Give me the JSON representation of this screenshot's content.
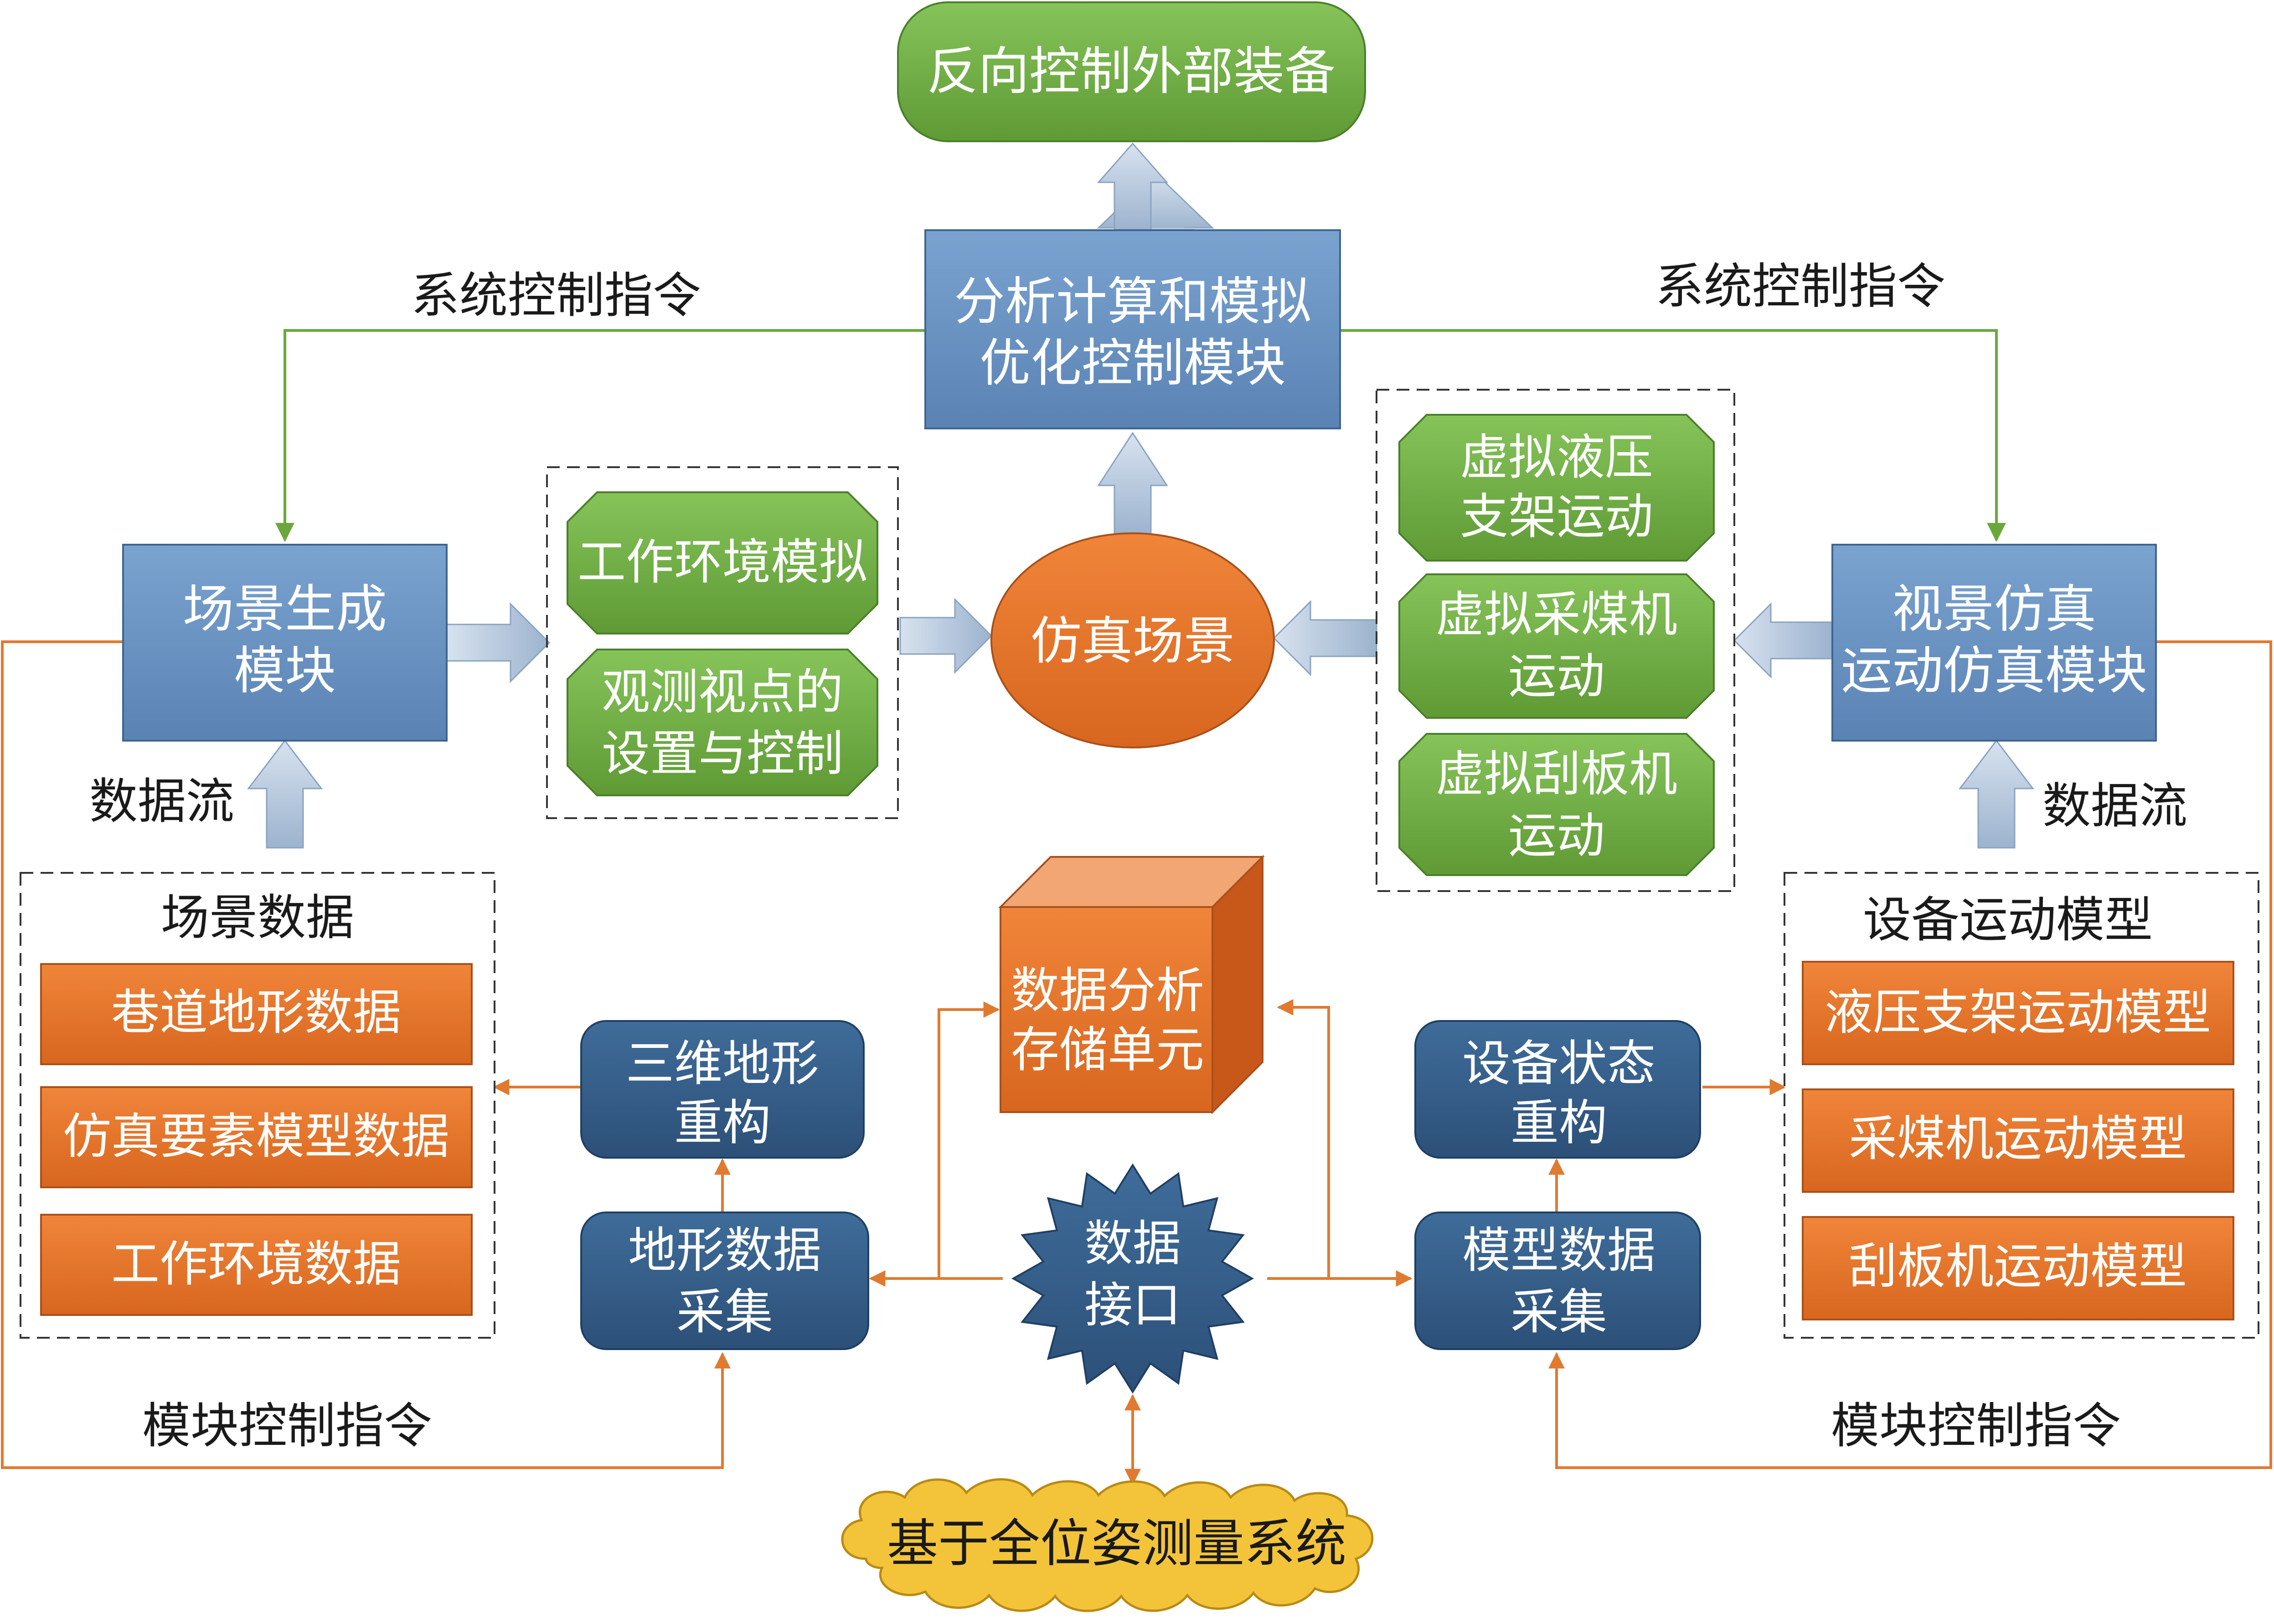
{
  "top": {
    "external_control": "反向控制外部装备"
  },
  "center": {
    "analysis_line1": "分析计算和模拟",
    "analysis_line2": "优化控制模块",
    "sim_scene": "仿真场景",
    "storage_line1": "数据分析",
    "storage_line2": "存储单元",
    "interface_line1": "数据",
    "interface_line2": "接口",
    "measure_system": "基于全位姿测量系统"
  },
  "left": {
    "scene_gen_line1": "场景生成",
    "scene_gen_line2": "模块",
    "env_sim": "工作环境模拟",
    "viewpoint_line1": "观测视点的",
    "viewpoint_line2": "设置与控制",
    "scene_data_title": "场景数据",
    "scene_data_items": [
      "巷道地形数据",
      "仿真要素模型数据",
      "工作环境数据"
    ],
    "terrain_recon_line1": "三维地形",
    "terrain_recon_line2": "重构",
    "terrain_collect_line1": "地形数据",
    "terrain_collect_line2": "采集"
  },
  "right": {
    "view_sim_line1": "视景仿真",
    "view_sim_line2": "运动仿真模块",
    "virtual_items": [
      {
        "line1": "虚拟液压",
        "line2": "支架运动"
      },
      {
        "line1": "虚拟采煤机",
        "line2": "运动"
      },
      {
        "line1": "虚拟刮板机",
        "line2": "运动"
      }
    ],
    "equip_model_title": "设备运动模型",
    "equip_model_items": [
      "液压支架运动模型",
      "采煤机运动模型",
      "刮板机运动模型"
    ],
    "equip_recon_line1": "设备状态",
    "equip_recon_line2": "重构",
    "model_collect_line1": "模型数据",
    "model_collect_line2": "采集"
  },
  "labels": {
    "sys_cmd_left": "系统控制指令",
    "sys_cmd_right": "系统控制指令",
    "data_flow_left": "数据流",
    "data_flow_right": "数据流",
    "module_cmd_left": "模块控制指令",
    "module_cmd_right": "模块控制指令"
  }
}
